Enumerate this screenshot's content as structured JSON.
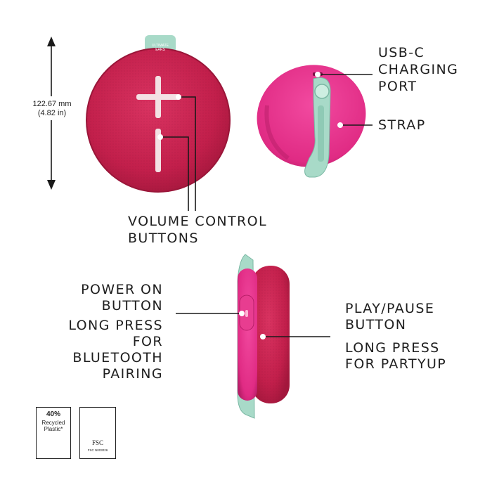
{
  "dimension": {
    "mm": "122.67 mm",
    "inches": "(4.82 in)"
  },
  "speaker_tag": {
    "line1": "ULTIMATE",
    "line2": "EARS"
  },
  "labels": {
    "usb_c": [
      "USB-C",
      "CHARGING",
      "PORT"
    ],
    "strap": "STRAP",
    "volume": [
      "VOLUME CONTROL",
      "BUTTONS"
    ],
    "power": [
      "POWER ON",
      "BUTTON"
    ],
    "power_long": [
      "LONG PRESS",
      "FOR",
      "BLUETOOTH",
      "PAIRING"
    ],
    "play": [
      "PLAY/PAUSE",
      "BUTTON"
    ],
    "play_long": [
      "LONG PRESS",
      "FOR PARTYUP"
    ]
  },
  "badges": {
    "recycled": {
      "percent": "40%",
      "line1": "Recycled",
      "line2": "Plastic*"
    },
    "fsc": {
      "name": "FSC",
      "code": "FSC N003026"
    }
  },
  "colors": {
    "speaker_body": "#c8224f",
    "speaker_back": "#e6308a",
    "strap": "#a8dac8",
    "button_plus_minus": "#f3e1e4",
    "leader_line": "#1a1a1a"
  }
}
